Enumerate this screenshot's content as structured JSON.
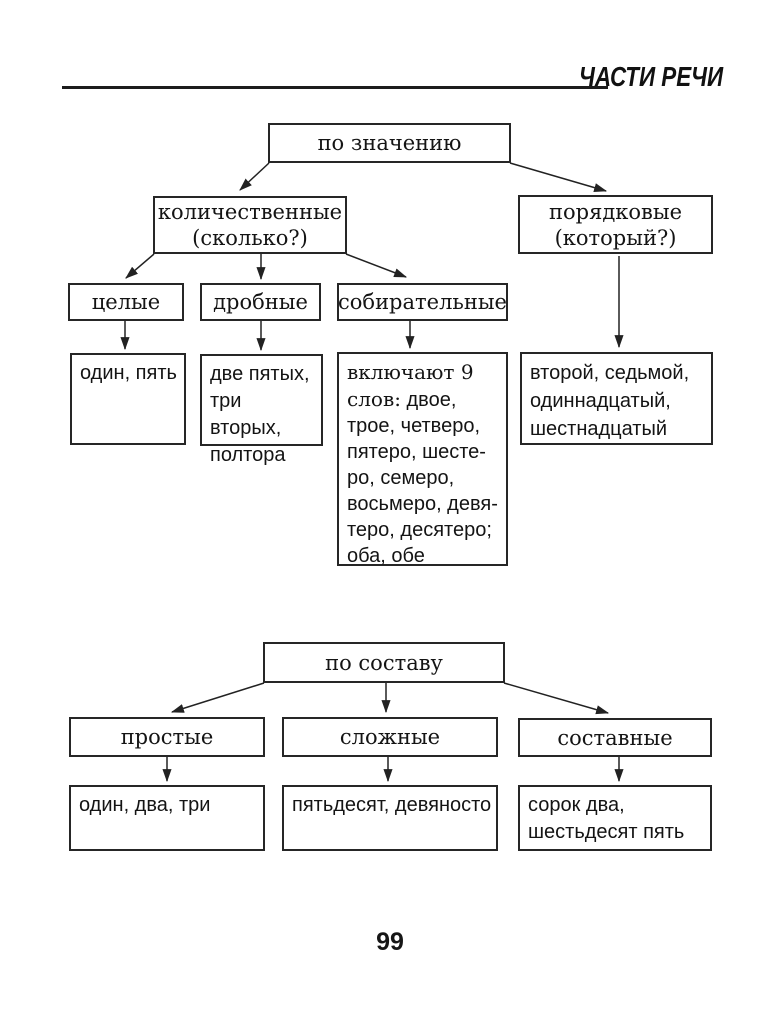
{
  "header": {
    "title": "ЧАСТИ РЕЧИ"
  },
  "footer": {
    "page_number": "99"
  },
  "colors": {
    "ink": "#1c1c1c",
    "background": "#ffffff"
  },
  "meaning_chart": {
    "root_label": "по значению",
    "quantitative_line1": "количественные",
    "quantitative_line2": "(сколько?)",
    "ordinal_line1": "порядковые",
    "ordinal_line2": "(который?)",
    "integer_label": "целые",
    "fractional_label": "дробные",
    "collective_label": "собирательные",
    "integer_examples": "один, пять",
    "fractional_examples": "две пятых, три вторых, полтора",
    "collective_lines": {
      "intro": "включают 9",
      "intro2_serif": "слов:",
      "intro2_sans": "двое,",
      "l3": "трое, четверо,",
      "l4": "пятеро, шесте-",
      "l5": "ро, семеро,",
      "l6": "восьмеро, девя-",
      "l7": "теро, десятеро;",
      "l8": "оба, обе"
    },
    "ordinal_examples": "второй, седьмой, одиннадцатый, шестнадцатый"
  },
  "composition_chart": {
    "root_label": "по составу",
    "simple_label": "простые",
    "complex_label": "сложные",
    "compound_label": "составные",
    "simple_examples": "один, два, три",
    "complex_examples": "пятьдесят, девяносто",
    "compound_examples": "сорок два, шестьдесят пять"
  }
}
